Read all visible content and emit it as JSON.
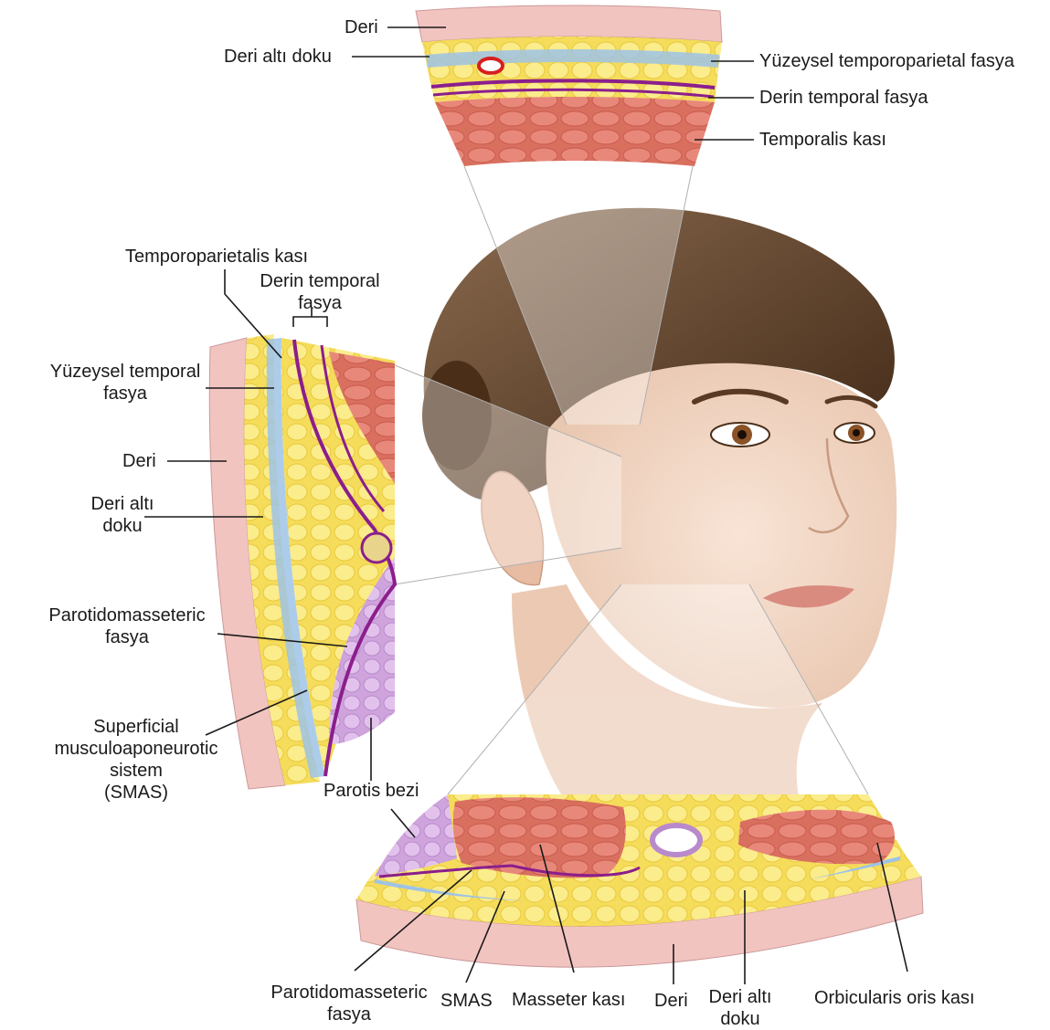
{
  "labels": {
    "top": {
      "deri": "Deri",
      "deri_alti_doku": "Deri altı doku",
      "yuzeysel_tp_fasya": "Yüzeysel temporoparietal fasya",
      "derin_temporal_fasya": "Derin temporal fasya",
      "temporalis_kasi": "Temporalis kası"
    },
    "left": {
      "temporoparietalis_kasi": "Temporoparietalis kası",
      "derin_temporal_fasya_1": "Derin temporal",
      "derin_temporal_fasya_2": "fasya",
      "yuzeysel_temporal_fasya_1": "Yüzeysel temporal",
      "yuzeysel_temporal_fasya_2": "fasya",
      "deri": "Deri",
      "deri_alti_1": "Deri altı",
      "deri_alti_2": "doku",
      "parotidomasseteric_1": "Parotidomasseteric",
      "parotidomasseteric_2": "fasya",
      "smas_1": "Superficial",
      "smas_2": "musculoaponeurotic",
      "smas_3": "sistem",
      "smas_4": "(SMAS)",
      "parotis_bezi": "Parotis bezi"
    },
    "bottom": {
      "parotidomasseteric_1": "Parotidomasseteric",
      "parotidomasseteric_2": "fasya",
      "smas": "SMAS",
      "masseter_kasi": "Masseter kası",
      "deri": "Deri",
      "deri_alti_1": "Deri altı",
      "deri_alti_2": "doku",
      "orbicularis_oris_kasi": "Orbicularis oris kası"
    }
  },
  "colors": {
    "skin_layer": "#f2c4c0",
    "fat_layer": "#f7e36a",
    "fascia_blue": "#9ec3e6",
    "fascia_purple": "#8b1e8c",
    "muscle": "#e07a6a",
    "gland": "#d9b3e6",
    "face_skin": "#f3d9c8",
    "hair": "#5a3a22"
  }
}
